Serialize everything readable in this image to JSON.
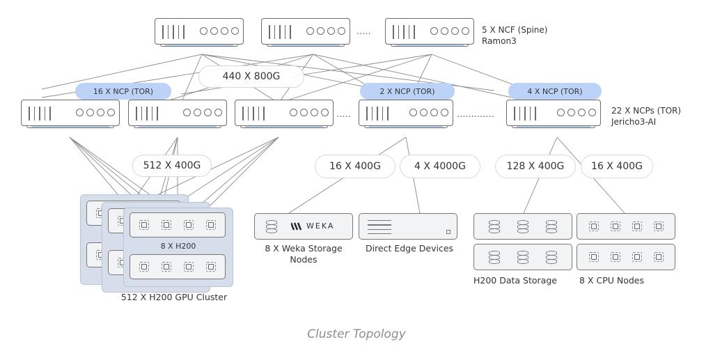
{
  "figure": {
    "caption": "Cluster Topology"
  },
  "spine_layer": {
    "label_line1": "5 X NCF (Spine)",
    "label_line2": "Ramon3",
    "visible_switches": 3,
    "ellipsis": "....."
  },
  "spine_to_tor_link": {
    "label": "440 X 800G"
  },
  "tor_layer": {
    "label_line1": "22 X NCPs (TOR)",
    "label_line2": "Jericho3-AI",
    "groups": [
      {
        "label": "16 X NCP (TOR)",
        "color": "#bcd2f7"
      },
      {
        "label": "2 X NCP (TOR)",
        "color": "#bcd2f7"
      },
      {
        "label": "4 X NCP (TOR)",
        "color": "#bcd2f7"
      }
    ],
    "ellipsis_short": ".....",
    "ellipsis_long": "............."
  },
  "downlinks": [
    {
      "label": "512 X 400G"
    },
    {
      "label": "16 X 400G"
    },
    {
      "label": "4 X 4000G"
    },
    {
      "label": "128 X 400G"
    },
    {
      "label": "16 X 400G"
    }
  ],
  "endpoints": {
    "gpu_cluster": {
      "card_label": "8 X H200",
      "caption": "512 X H200 GPU Cluster"
    },
    "weka": {
      "brand": "WEKA",
      "caption_line1": "8 X Weka Storage",
      "caption_line2": "Nodes"
    },
    "edge": {
      "caption": "Direct Edge Devices"
    },
    "data_storage": {
      "caption": "H200 Data Storage"
    },
    "cpu_nodes": {
      "caption": "8 X CPU Nodes"
    }
  },
  "colors": {
    "accent_blue": "#bcd2f7",
    "gpu_card_bg": "#d6deeb",
    "line": "#8a8a8a",
    "caption_gray": "#8e8e8e"
  }
}
